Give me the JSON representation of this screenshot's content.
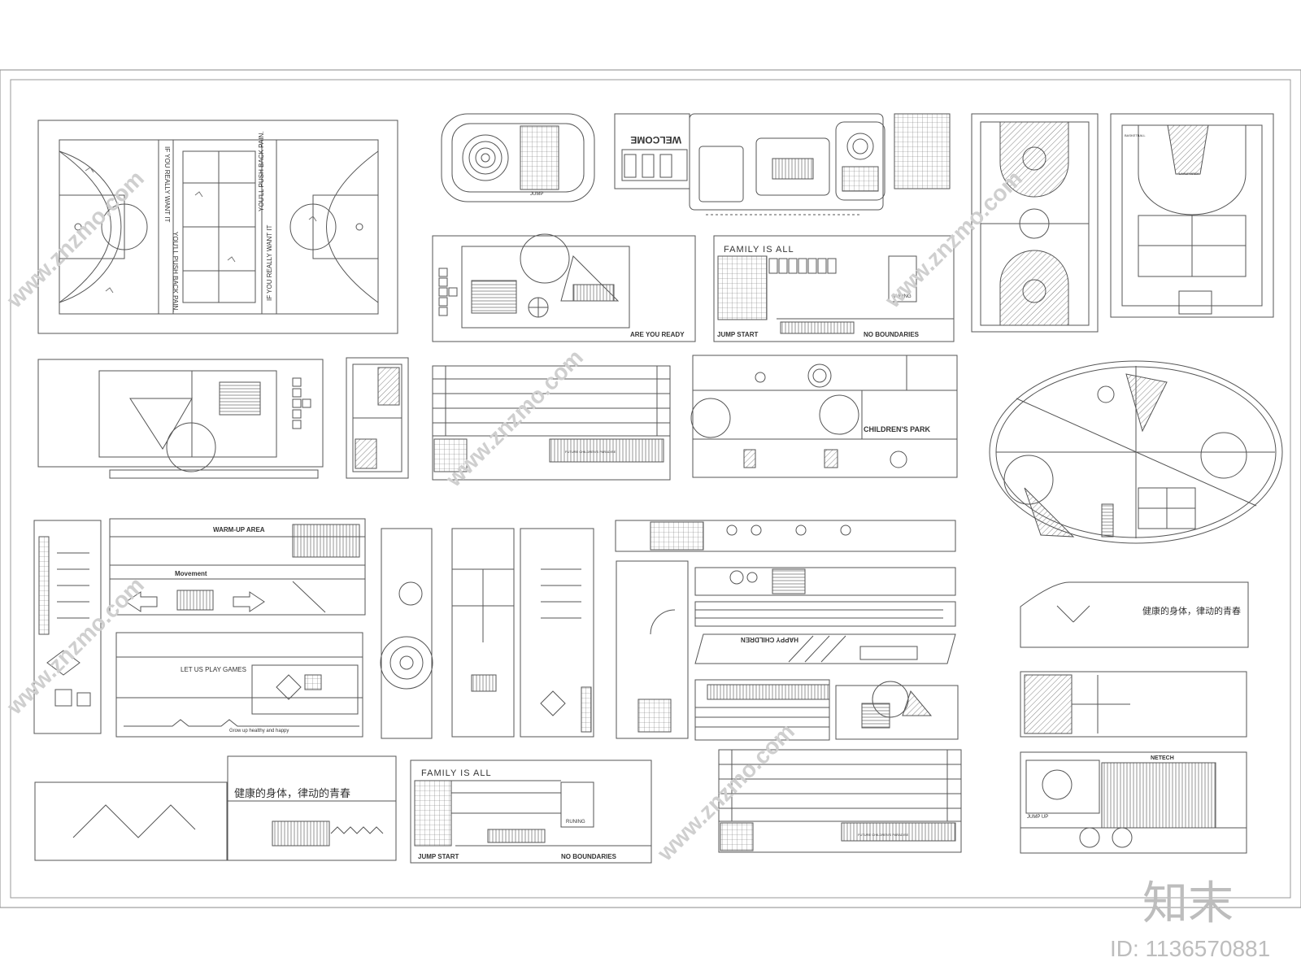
{
  "texts": {
    "if_you_really": "IF YOU REALLY WANT IT",
    "youll_push": "YOU'LL PUSH BACK PAIN.",
    "welcome": "WELCOME",
    "jump": "JUMP",
    "family_is_all": "FAMILY IS ALL",
    "jump_start": "JUMP START",
    "no_boundaries": "NO BOUNDARIES",
    "running": "RUNING",
    "are_you_ready": "ARE YOU READY",
    "childrens_park": "CHILDREN'S PARK",
    "warm_up_area": "WARM-UP AREA",
    "movement": "Movement",
    "lets_play": "LET US PLAY GAMES",
    "grow_up": "Grow up healthy and happy",
    "happy_children": "HAPPY CHILDREN",
    "slogan_cn": "健康的身体，律动的青春",
    "basketball": "BASKETBALL",
    "layup_area": "LAYUP AREA",
    "jump_up": "JUMP UP",
    "netech": "NETECH",
    "future": "FUTURE CHILDREN'S PARADISE",
    "watermark_brand": "知末",
    "id_label": "ID: 1136570881",
    "watermark_site": "www.znzmo.com"
  },
  "colors": {
    "line": "#555555",
    "watermark": "#cfcfcf",
    "frame": "#888888"
  },
  "icons": [
    "runner-icon",
    "maze-icon",
    "hopscotch-icon",
    "arrow-icon",
    "flower-icon"
  ]
}
